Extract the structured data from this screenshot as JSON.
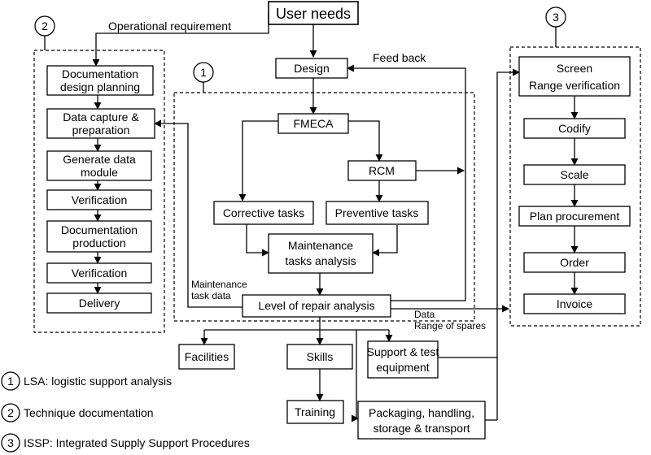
{
  "nodes": {
    "user_needs": "User needs",
    "design": "Design",
    "fmeca": "FMECA",
    "rcm": "RCM",
    "corrective_tasks": "Corrective tasks",
    "preventive_tasks": "Preventive tasks",
    "maintenance_tasks_analysis": [
      "Maintenance",
      "tasks analysis"
    ],
    "level_of_repair_analysis": "Level of repair analysis",
    "doc_design_planning": [
      "Documentation",
      "design planning"
    ],
    "data_capture": [
      "Data capture &",
      "preparation"
    ],
    "generate_data_module": [
      "Generate data",
      "module"
    ],
    "verification_1": "Verification",
    "doc_production": [
      "Documentation",
      "production"
    ],
    "verification_2": "Verification",
    "delivery": "Delivery",
    "screen_range": [
      "Screen",
      "Range verification"
    ],
    "codify": "Codify",
    "scale": "Scale",
    "plan_procurement": "Plan procurement",
    "order": "Order",
    "invoice": "Invoice",
    "facilities": "Facilities",
    "skills": "Skills",
    "training": "Training",
    "support_test_equipment": [
      "Support & test",
      "equipment"
    ],
    "packaging": [
      "Packaging, handling,",
      "storage & transport"
    ]
  },
  "labels": {
    "operational_requirement": "Operational requirement",
    "feed_back": "Feed back",
    "maintenance_task_data": [
      "Maintenance",
      "task data"
    ],
    "data": "Data",
    "range_of_spares": "Range of spares"
  },
  "groups": {
    "lsa": "1",
    "doc": "2",
    "issp": "3"
  },
  "legend": [
    {
      "number": "1",
      "text": "LSA: logistic support analysis"
    },
    {
      "number": "2",
      "text": "Technique documentation"
    },
    {
      "number": "3",
      "text": "ISSP: Integrated Supply Support Procedures"
    }
  ]
}
